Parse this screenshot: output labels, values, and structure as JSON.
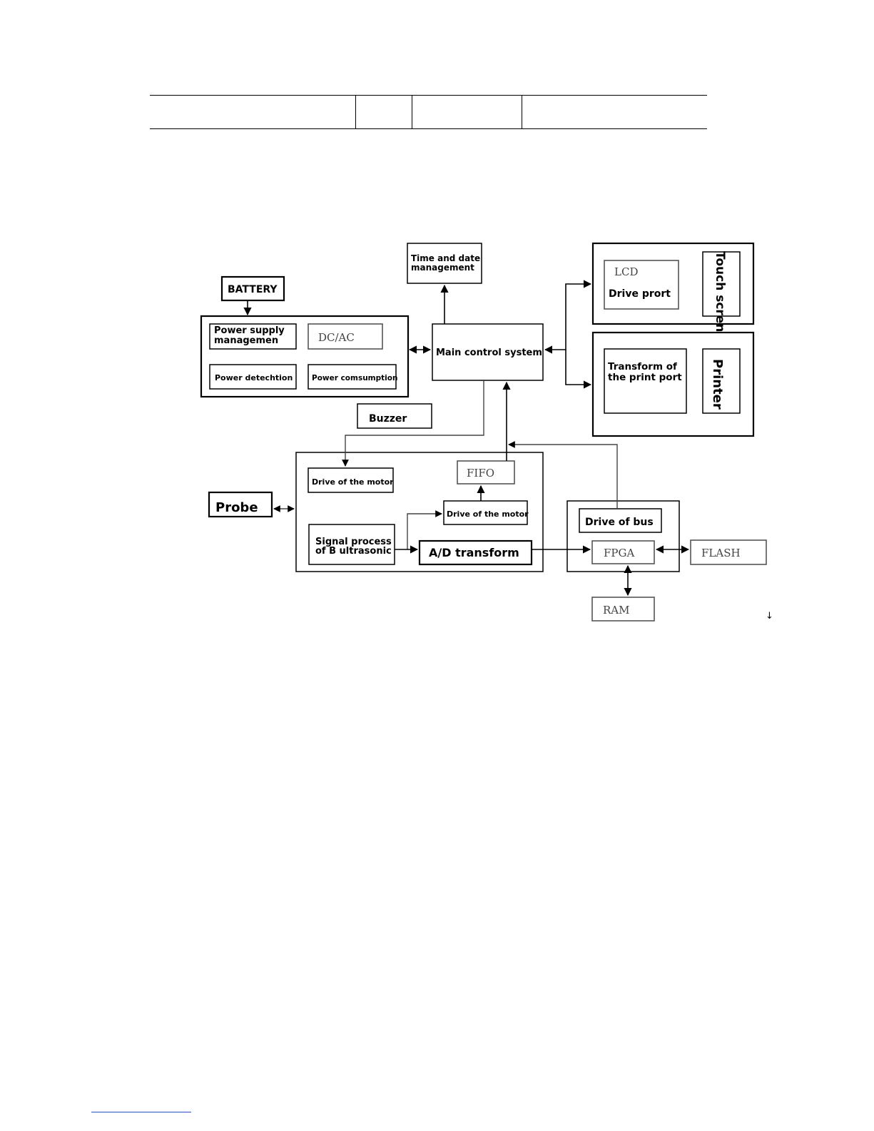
{
  "header_table": {
    "cells": [
      "",
      "",
      "",
      ""
    ]
  },
  "diagram": {
    "battery": "BATTERY",
    "time_date_1": "Time and date",
    "time_date_2": "management",
    "lcd": "LCD",
    "drive_prort": "Drive prort",
    "touch_screen": "Touch scren",
    "power_supply_1": "Power supply",
    "power_supply_2": "managemen",
    "dc_ac": "DC/AC",
    "power_detection": "Power detechtion",
    "power_consumption": "Power comsumption",
    "main_control": "Main control system",
    "transform_print_1": "Transform of",
    "transform_print_2": "the print port",
    "printer": "Printer",
    "buzzer": "Buzzer",
    "drive_motor_1": "Drive of the motor",
    "fifo": "FIFO",
    "probe": "Probe",
    "drive_motor_2": "Drive of the motor",
    "drive_bus": "Drive of bus",
    "signal_process_1": "Signal process",
    "signal_process_2": "of B ultrasonic",
    "ad_transform": "A/D transform",
    "fpga": "FPGA",
    "flash": "FLASH",
    "ram": "RAM"
  },
  "page_mark": "↓"
}
